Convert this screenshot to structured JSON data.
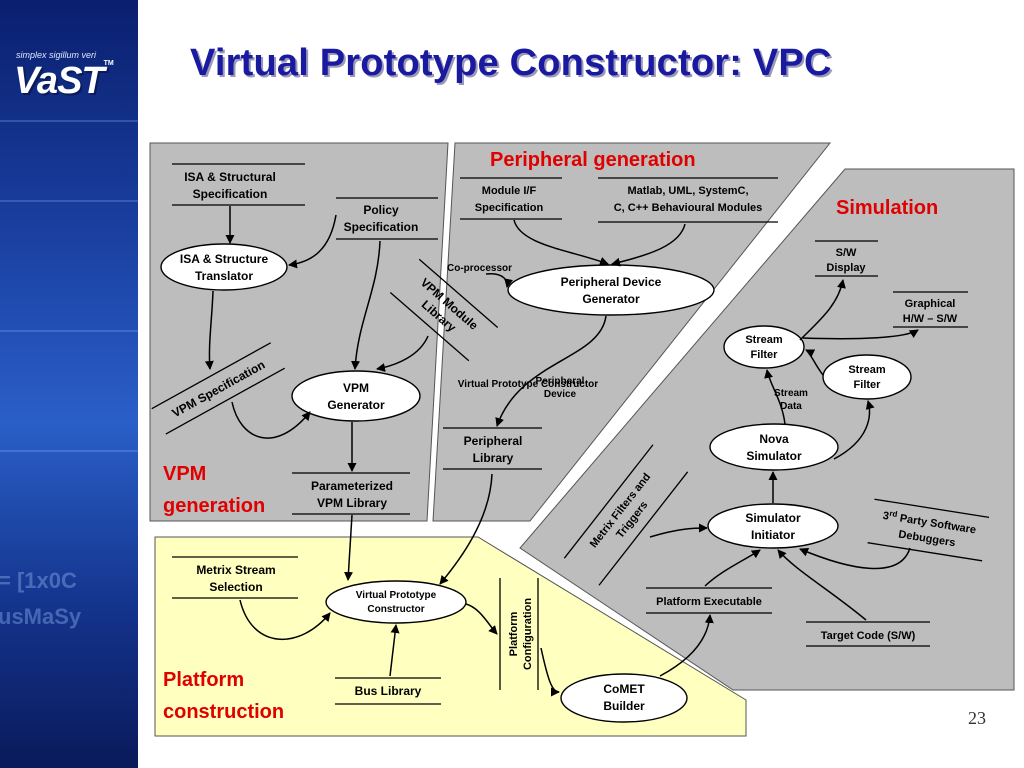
{
  "brand": {
    "tagline": "simplex sigillum veri",
    "logo": "VaST",
    "trademark": "TM"
  },
  "title": "Virtual Prototype  Constructor: VPC",
  "page_number": "23",
  "sections": {
    "vpm": "VPM",
    "vpm2": "generation",
    "peripheral": "Peripheral generation",
    "simulation": "Simulation",
    "platform": "Platform",
    "platform2": "construction"
  },
  "vpm_panel": {
    "isa_spec_1": "ISA & Structural",
    "isa_spec_2": "Specification",
    "policy_1": "Policy",
    "policy_2": "Specification",
    "translator_1": "ISA & Structure",
    "translator_2": "Translator",
    "vpm_module_library_1": "VPM Module",
    "vpm_module_library_2": "Library",
    "vpm_specification": "VPM Specification",
    "vpm_generator_1": "VPM",
    "vpm_generator_2": "Generator",
    "param_library_1": "Parameterized",
    "param_library_2": "VPM Library"
  },
  "peripheral_panel": {
    "module_if_1": "Module I/F",
    "module_if_2": "Specification",
    "matlab_1": "Matlab, UML, SystemC,",
    "matlab_2": "C, C++ Behavioural Modules",
    "coprocessor": "Co-processor",
    "device_gen_1": "Peripheral Device",
    "device_gen_2": "Generator",
    "vpc_label": "Virtual Prototype Constructor",
    "periph_device_1": "Peripheral",
    "periph_device_2": "Device",
    "periph_library_1": "Peripheral",
    "periph_library_2": "Library"
  },
  "simulation_panel": {
    "sw_display_1": "S/W",
    "sw_display_2": "Display",
    "graphical_1": "Graphical",
    "graphical_2": "H/W – S/W",
    "stream_filter_a_1": "Stream",
    "stream_filter_a_2": "Filter",
    "stream_filter_b_1": "Stream",
    "stream_filter_b_2": "Filter",
    "stream_data_1": "Stream",
    "stream_data_2": "Data",
    "nova_1": "Nova",
    "nova_2": "Simulator",
    "metrix_filters_1": "Metrix Filters and",
    "metrix_filters_2": "Triggers",
    "sim_init_1": "Simulator",
    "sim_init_2": "Initiator",
    "third_party_1a": "3",
    "third_party_sup": "rd",
    "third_party_1b": " Party Software",
    "third_party_2": "Debuggers",
    "platform_exec": "Platform Executable",
    "target_code": "Target Code (S/W)"
  },
  "platform_panel": {
    "metrix_stream_1": "Metrix Stream",
    "metrix_stream_2": "Selection",
    "vpc_1": "Virtual Prototype",
    "vpc_2": "Constructor",
    "platform_config_1": "Platform",
    "platform_config_2": "Configuration",
    "bus_library": "Bus Library",
    "comet_1": "CoMET",
    "comet_2": "Builder"
  },
  "sidebar_watermark": [
    "= [1x0C",
    "usMaSy"
  ],
  "colors": {
    "title": "#1a1aa0",
    "section_label": "#e00000",
    "panel_gray": "#bdbdbd",
    "platform_panel": "#ffffc0"
  }
}
